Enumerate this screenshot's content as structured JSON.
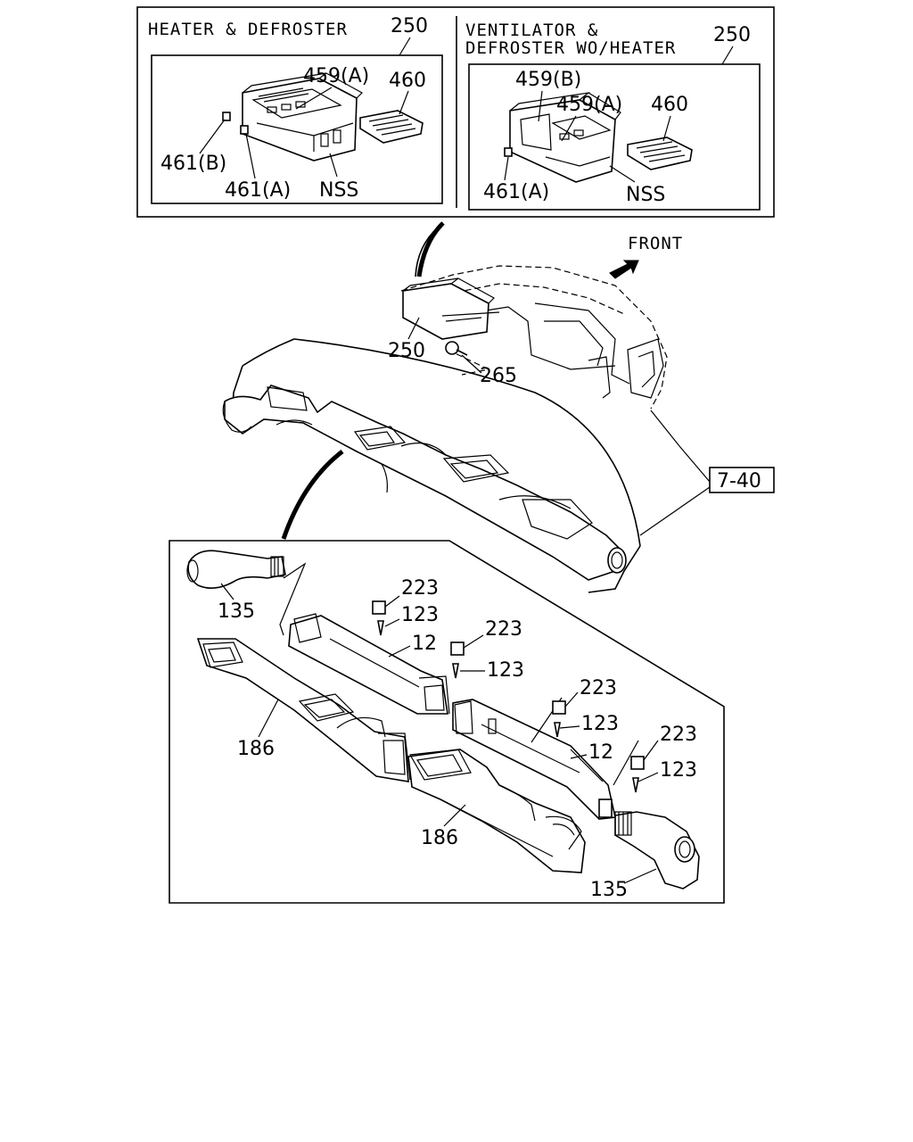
{
  "inset_top": {
    "left_panel": {
      "title": "HEATER & DEFROSTER",
      "ref": "250",
      "labels": [
        "459(A)",
        "460",
        "461(B)",
        "461(A)",
        "NSS"
      ]
    },
    "right_panel": {
      "title_line1": "VENTILATOR &",
      "title_line2": "DEFROSTER WO/HEATER",
      "ref": "250",
      "labels": [
        "459(B)",
        "459(A)",
        "460",
        "461(A)",
        "NSS"
      ]
    }
  },
  "main": {
    "front_label": "FRONT",
    "labels": [
      "250",
      "265"
    ],
    "ref_box": "7-40"
  },
  "inset_bottom": {
    "labels": [
      "135",
      "223",
      "123",
      "12",
      "223",
      "123",
      "186",
      "223",
      "123",
      "12",
      "223",
      "123",
      "186",
      "135"
    ]
  }
}
